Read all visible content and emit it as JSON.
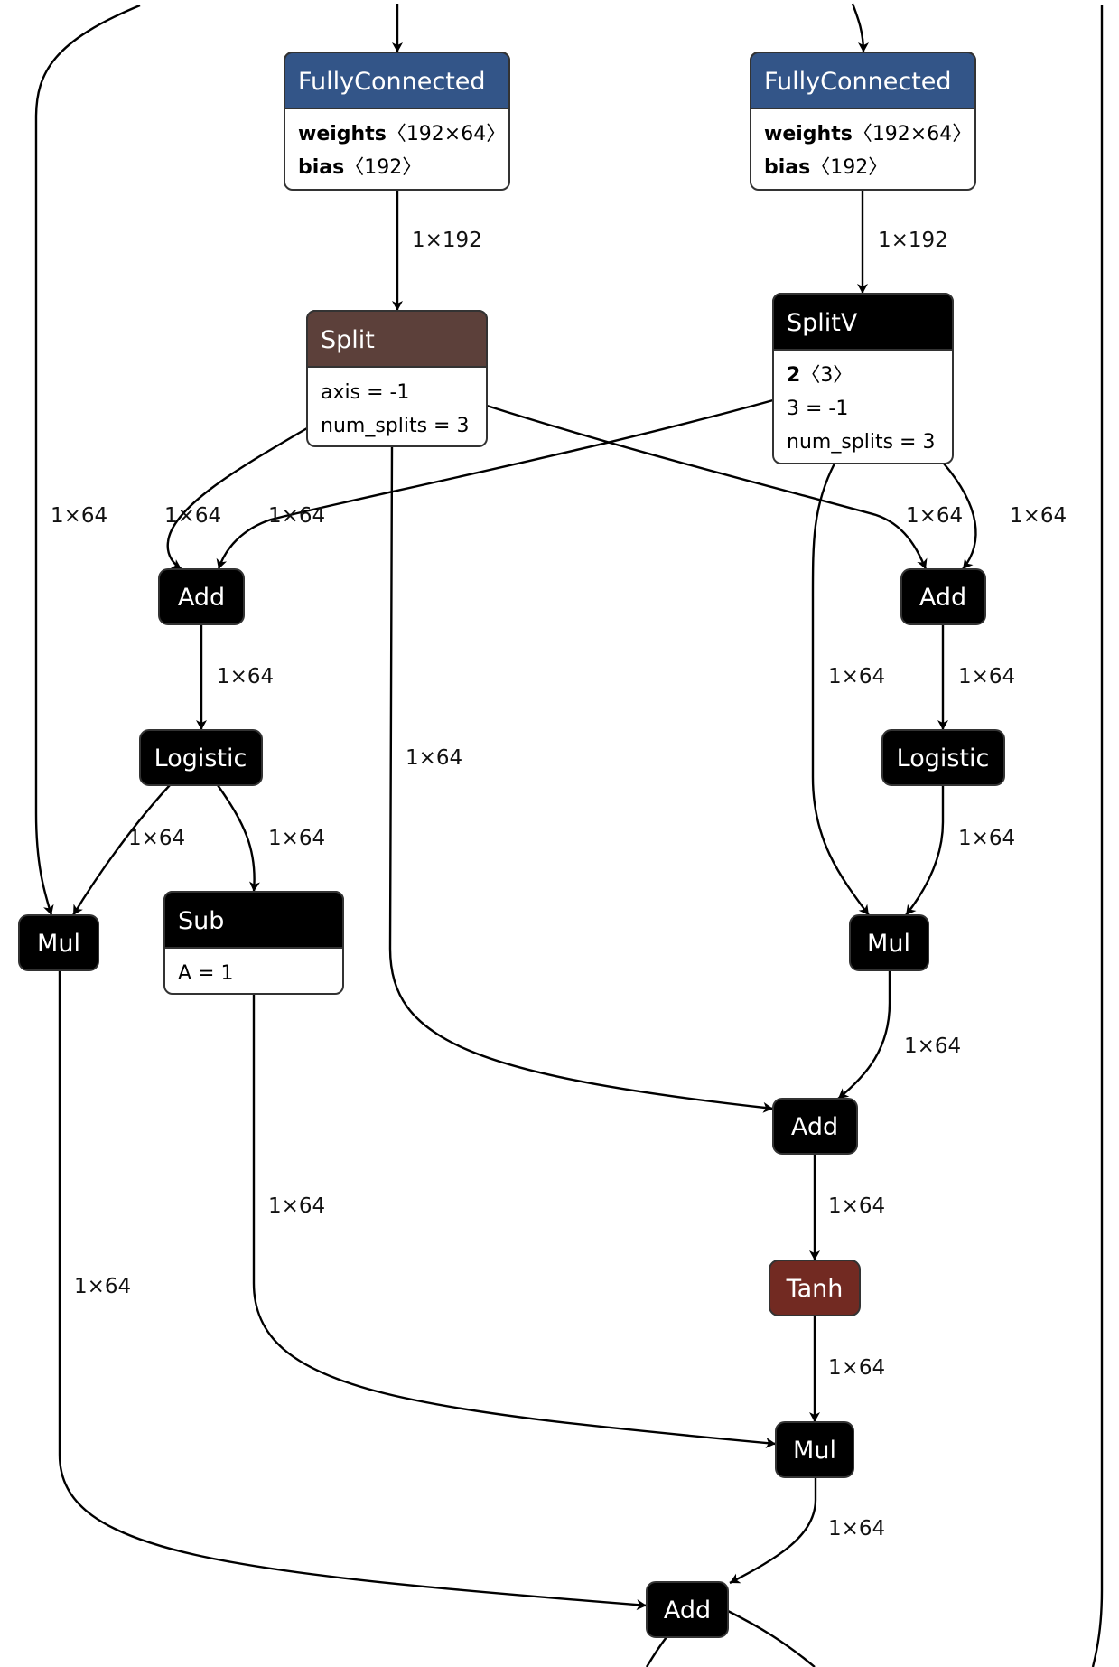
{
  "colors": {
    "fully_connected": "#335588",
    "split": "#5c403a",
    "default_op": "#000000",
    "tanh": "#722a22",
    "edge": "#000000",
    "body_bg": "#ffffff"
  },
  "nodes": {
    "fc_left": {
      "title": "FullyConnected",
      "attrs": [
        {
          "name": "weights",
          "value": "〈192×64〉"
        },
        {
          "name": "bias",
          "value": "〈192〉"
        }
      ]
    },
    "fc_right": {
      "title": "FullyConnected",
      "attrs": [
        {
          "name": "weights",
          "value": "〈192×64〉"
        },
        {
          "name": "bias",
          "value": "〈192〉"
        }
      ]
    },
    "split": {
      "title": "Split",
      "attrs": [
        {
          "text": "axis = -1"
        },
        {
          "text": "num_splits = 3"
        }
      ]
    },
    "splitv": {
      "title": "SplitV",
      "attrs": [
        {
          "name": "2",
          "value": "〈3〉"
        },
        {
          "text": "3 = -1"
        },
        {
          "text": "num_splits = 3"
        }
      ]
    },
    "add_left": {
      "title": "Add"
    },
    "add_right": {
      "title": "Add"
    },
    "logistic_left": {
      "title": "Logistic"
    },
    "logistic_right": {
      "title": "Logistic"
    },
    "mul_left": {
      "title": "Mul"
    },
    "sub": {
      "title": "Sub",
      "attrs": [
        {
          "text": "A = 1"
        }
      ]
    },
    "mul_right": {
      "title": "Mul"
    },
    "add_center": {
      "title": "Add"
    },
    "tanh": {
      "title": "Tanh"
    },
    "mul_bottom": {
      "title": "Mul"
    },
    "add_bottom": {
      "title": "Add"
    }
  },
  "edge_labels": {
    "fc_left_to_split": "1×192",
    "fc_right_to_splitv": "1×192",
    "state_to_mul_left": "1×64",
    "split_to_add_left": "1×64",
    "splitv_to_add_left": "1×64",
    "split_to_add_right": "1×64",
    "splitv_to_add_right": "1×64",
    "add_left_to_logistic_left": "1×64",
    "split_to_add_center": "1×64",
    "splitv_to_mul_right": "1×64",
    "add_right_to_logistic_right": "1×64",
    "logistic_left_to_mul_left": "1×64",
    "logistic_left_to_sub": "1×64",
    "logistic_right_to_mul_right": "1×64",
    "mul_right_to_add_center": "1×64",
    "sub_to_mul_bottom": "1×64",
    "add_center_to_tanh": "1×64",
    "mul_left_to_add_bottom": "1×64",
    "tanh_to_mul_bottom": "1×64",
    "mul_bottom_to_add_bottom": "1×64"
  }
}
